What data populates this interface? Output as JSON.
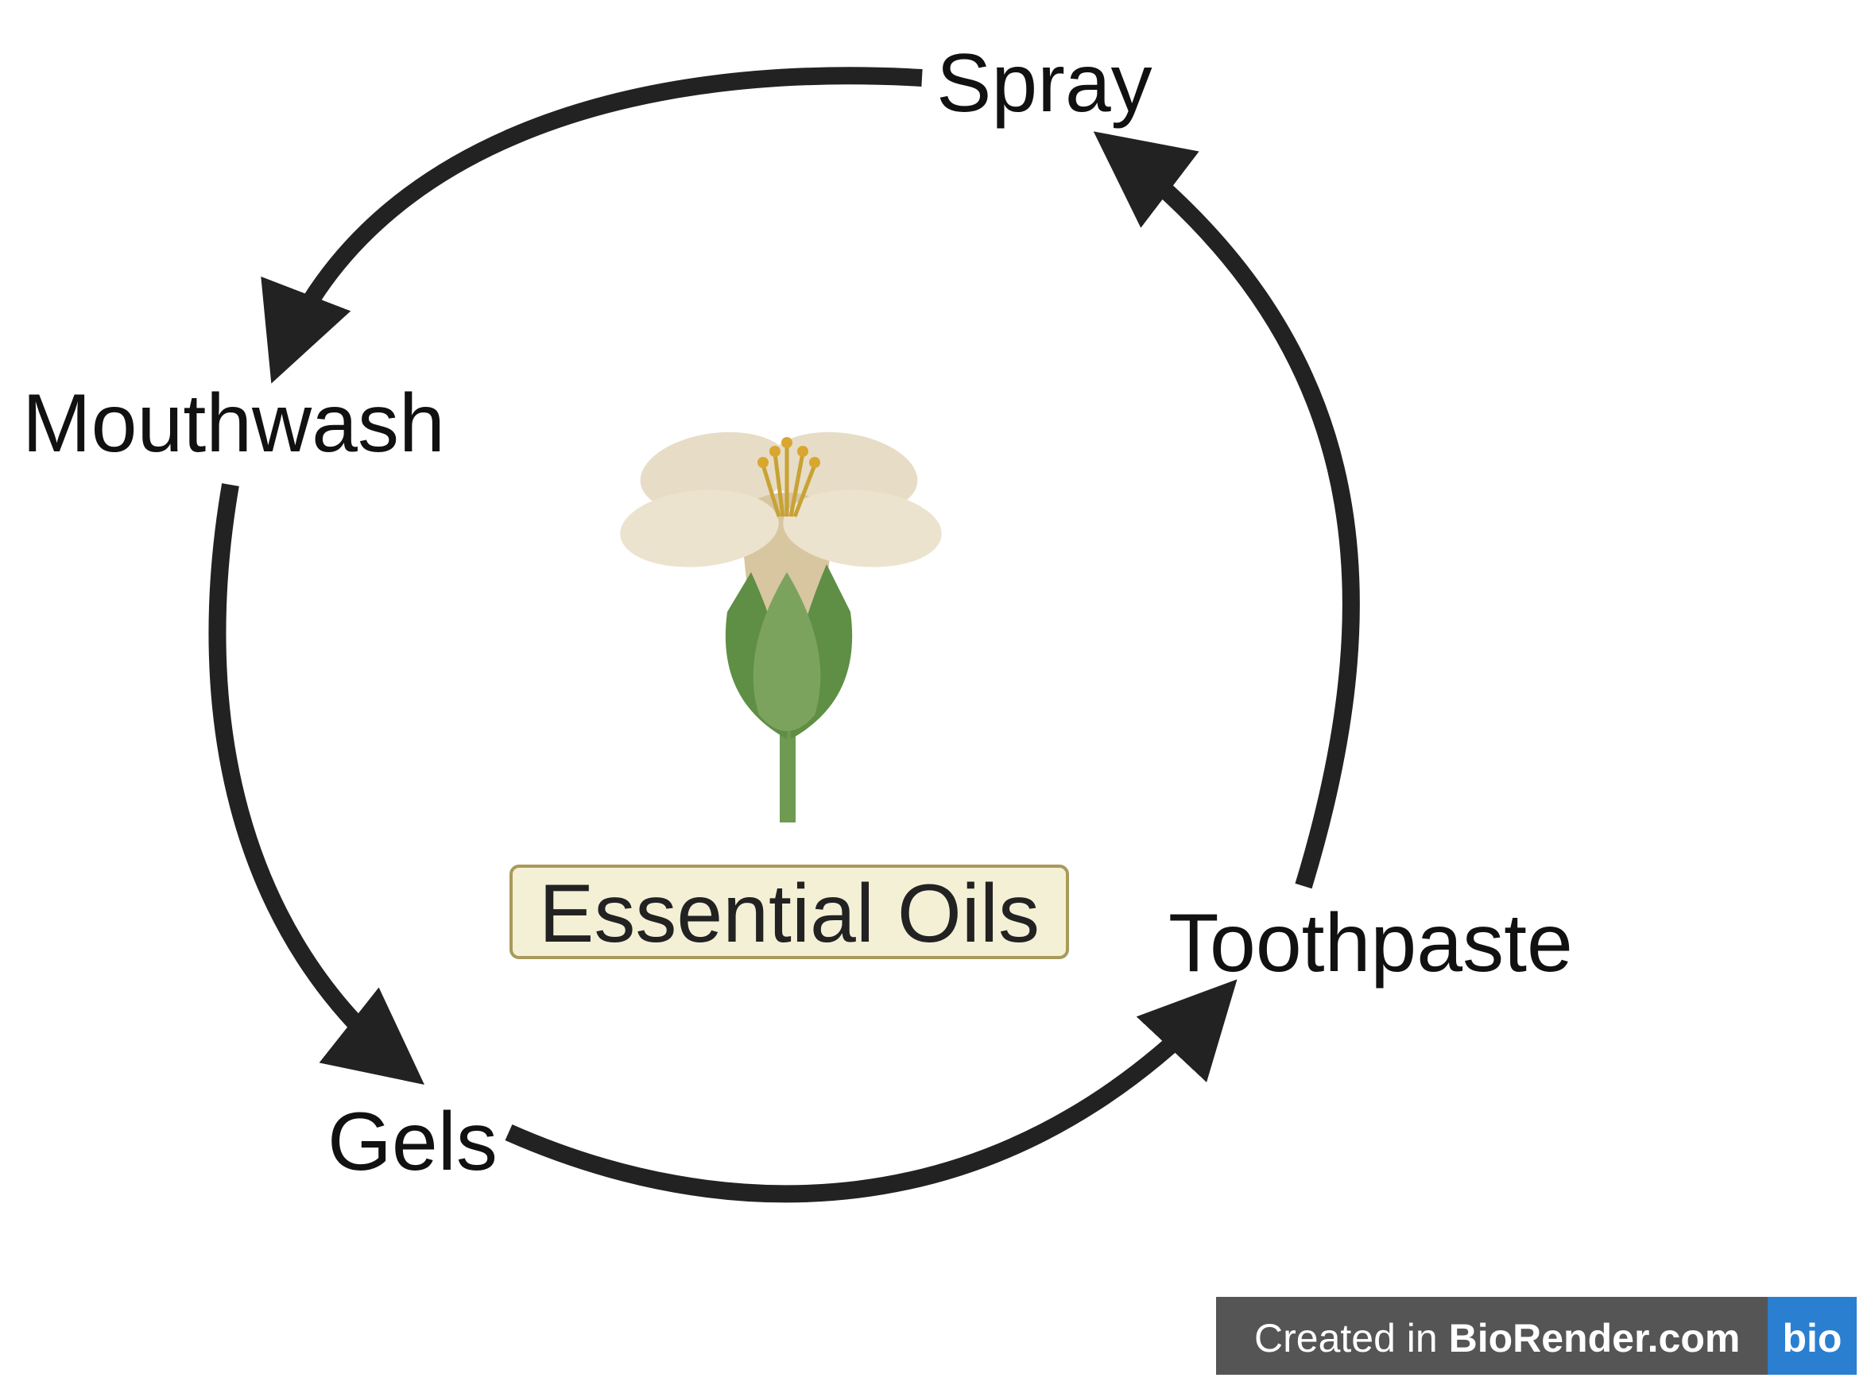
{
  "diagram": {
    "center_label": "Essential Oils",
    "nodes": [
      {
        "id": "spray",
        "label": "Spray"
      },
      {
        "id": "mouthwash",
        "label": "Mouthwash"
      },
      {
        "id": "gels",
        "label": "Gels"
      },
      {
        "id": "toothpaste",
        "label": "Toothpaste"
      }
    ],
    "edges": [
      {
        "from": "spray",
        "to": "mouthwash"
      },
      {
        "from": "mouthwash",
        "to": "gels"
      },
      {
        "from": "gels",
        "to": "toothpaste"
      },
      {
        "from": "toothpaste",
        "to": "spray"
      }
    ],
    "icon": "flower-icon"
  },
  "badge": {
    "prefix": "Created in ",
    "brand": "BioRender.com",
    "logo": "bio"
  },
  "colors": {
    "arrow": "#222222",
    "label_box_fill": "#f4f0d6",
    "label_box_border": "#a89a5a",
    "petal": "#e7dcc5",
    "sepal": "#6f9a52",
    "badge_bg": "#555555",
    "badge_logo_bg": "#2a7fd0"
  }
}
